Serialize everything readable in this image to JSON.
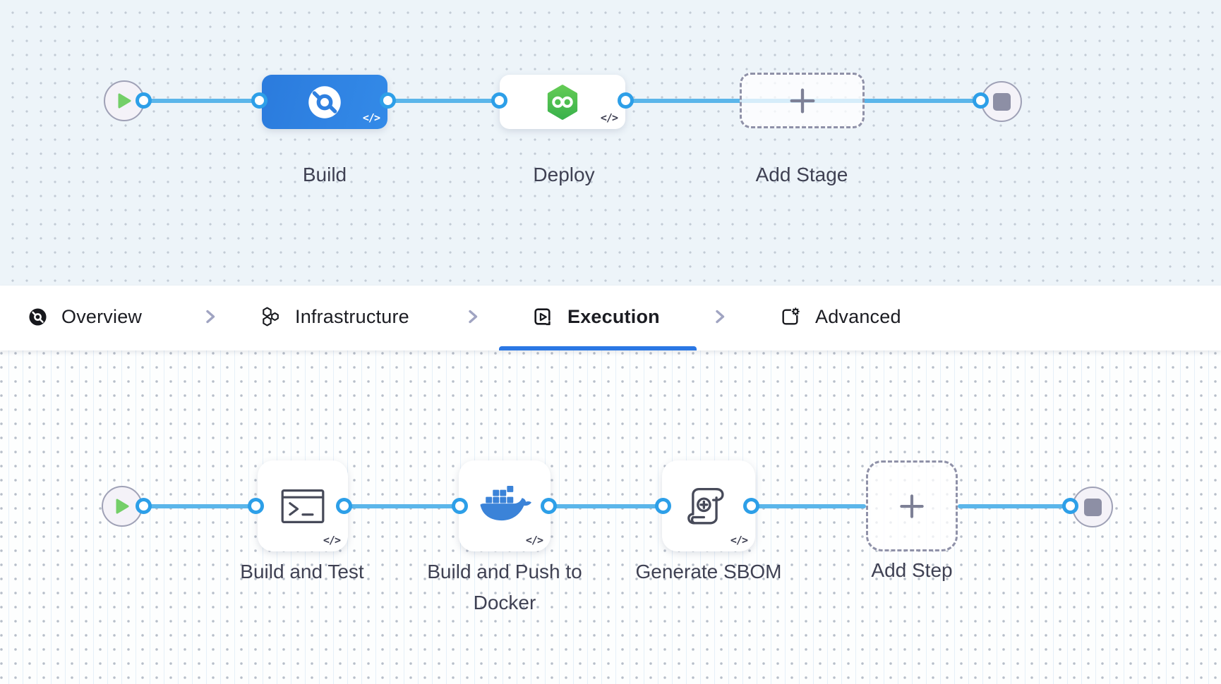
{
  "top_pipeline": {
    "start_icon": "play-icon",
    "end_icon": "stop-icon",
    "stages": [
      {
        "label": "Build",
        "icon": "ci-build-icon",
        "badge": "</>",
        "selected": true
      },
      {
        "label": "Deploy",
        "icon": "cd-deploy-icon",
        "badge": "</>",
        "selected": false
      },
      {
        "label": "Add Stage",
        "icon": "plus-icon",
        "badge": "",
        "selected": false
      }
    ]
  },
  "tab_bar": {
    "separator_icon": "chevron-right-icon",
    "tabs": [
      {
        "label": "Overview",
        "icon": "overview-icon",
        "active": false
      },
      {
        "label": "Infrastructure",
        "icon": "infrastructure-icon",
        "active": false
      },
      {
        "label": "Execution",
        "icon": "execution-icon",
        "active": true
      },
      {
        "label": "Advanced",
        "icon": "advanced-icon",
        "active": false
      }
    ]
  },
  "step_pipeline": {
    "start_icon": "play-icon",
    "end_icon": "stop-icon",
    "steps": [
      {
        "label": "Build and Test",
        "icon": "terminal-icon",
        "badge": "</>"
      },
      {
        "label": "Build and Push to Docker",
        "icon": "docker-icon",
        "badge": "</>"
      },
      {
        "label": "Generate SBOM",
        "icon": "sbom-scroll-icon",
        "badge": "</>"
      },
      {
        "label": "Add Step",
        "icon": "plus-icon",
        "badge": ""
      }
    ]
  },
  "colors": {
    "accent_blue": "#2b77e4",
    "connector_line": "#5bb6ea",
    "connector_port": "#2d9fe8",
    "stage_selected_blue": "#2f80e0",
    "deploy_green": "#4cbf4e",
    "docker_blue": "#3b83d8",
    "play_green": "#74cf68",
    "canvas_top_bg": "#edf4f9",
    "canvas_bottom_bg": "#fdfefe",
    "label_text": "#3f4153",
    "tab_text": "#1b1c22"
  }
}
